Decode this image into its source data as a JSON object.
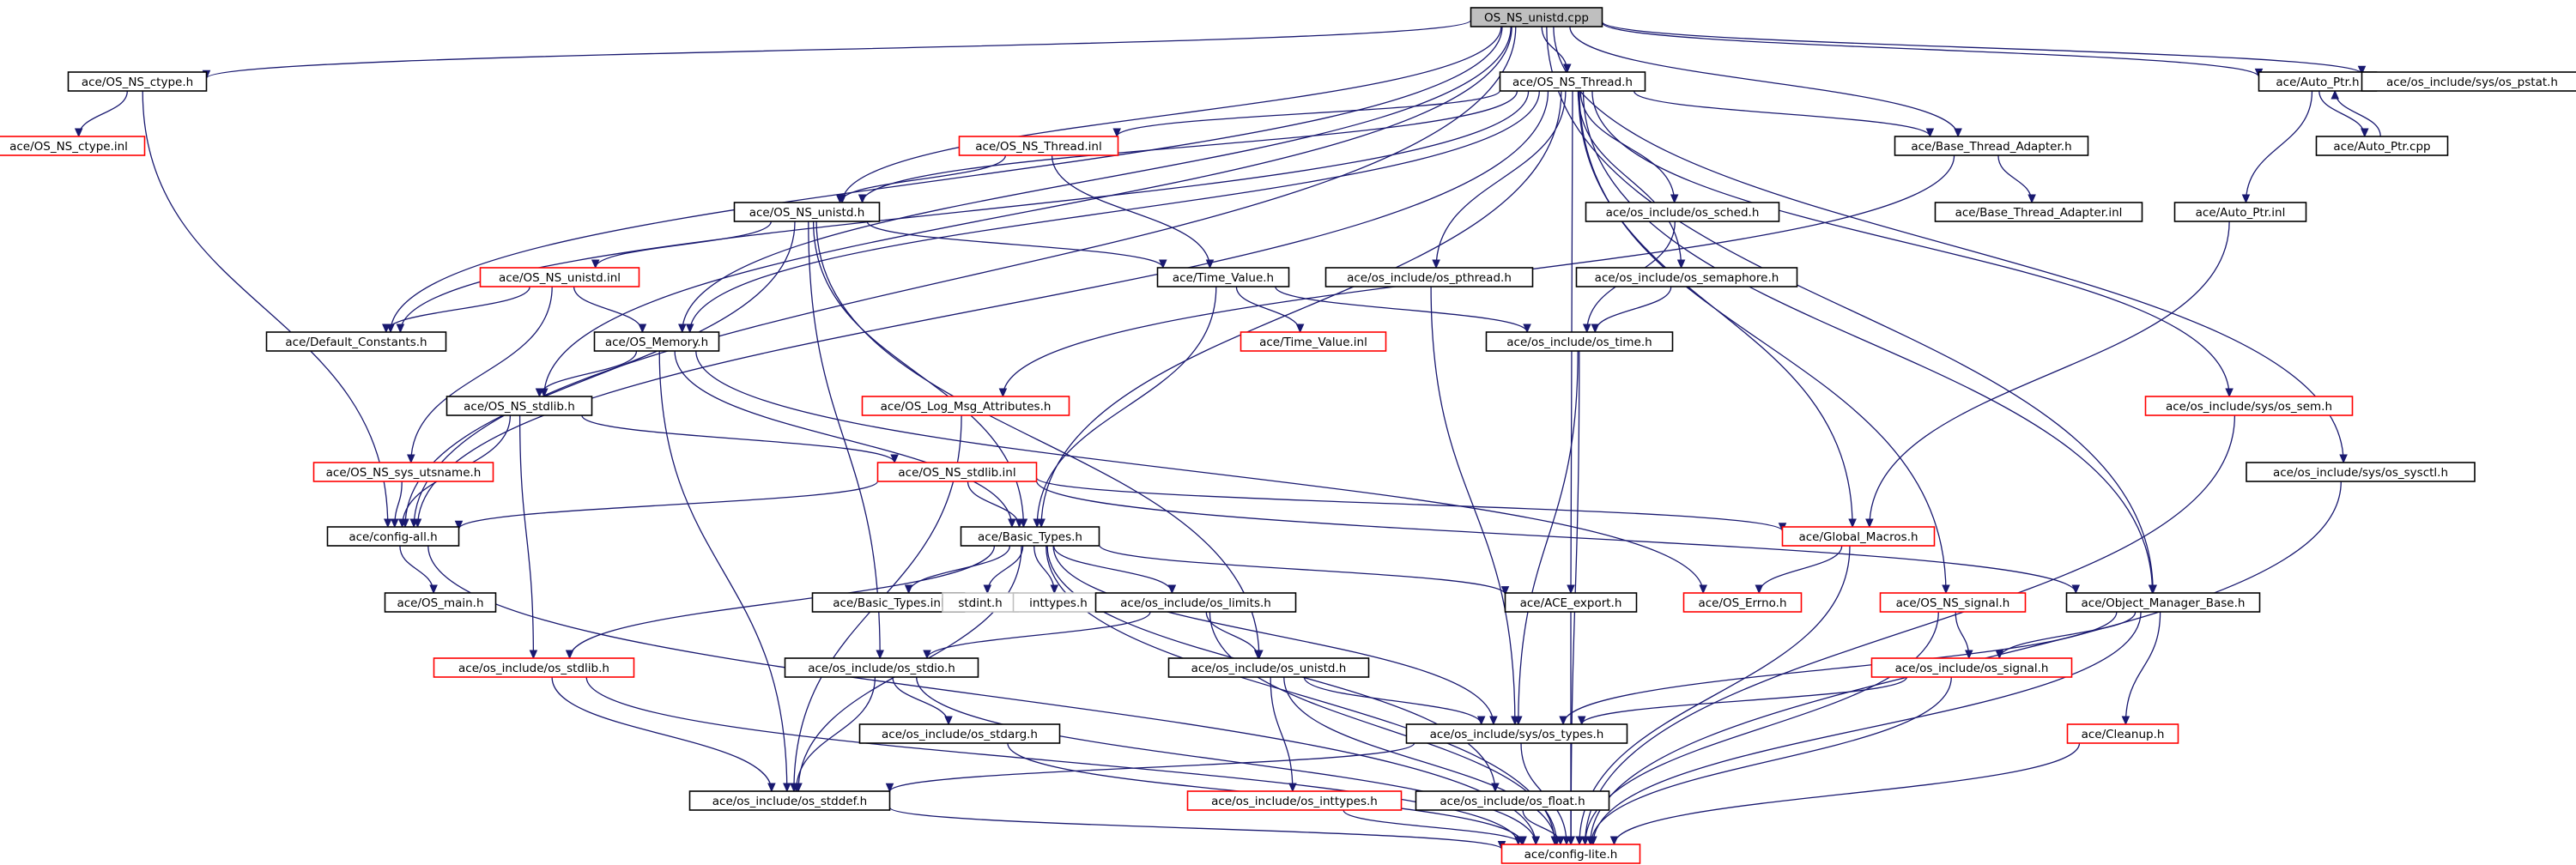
{
  "colors": {
    "edge": "#191970",
    "border_normal": "#000000",
    "border_truncated": "#ff0000",
    "border_external": "#bfbfbf",
    "fill_root": "#bfbfbf",
    "fill_node": "#ffffff"
  },
  "nodes": [
    {
      "id": "root",
      "label": "OS_NS_unistd.cpp",
      "kind": "root"
    },
    {
      "id": "ctype_h",
      "label": "ace/OS_NS_ctype.h",
      "kind": "normal"
    },
    {
      "id": "ctype_inl",
      "label": "ace/OS_NS_ctype.inl",
      "kind": "truncated"
    },
    {
      "id": "thread_h",
      "label": "ace/OS_NS_Thread.h",
      "kind": "normal"
    },
    {
      "id": "autoptr_h",
      "label": "ace/Auto_Ptr.h",
      "kind": "normal"
    },
    {
      "id": "pstat_h",
      "label": "ace/os_include/sys/os_pstat.h",
      "kind": "normal"
    },
    {
      "id": "thread_inl",
      "label": "ace/OS_NS_Thread.inl",
      "kind": "truncated"
    },
    {
      "id": "bta_h",
      "label": "ace/Base_Thread_Adapter.h",
      "kind": "normal"
    },
    {
      "id": "autoptr_cpp",
      "label": "ace/Auto_Ptr.cpp",
      "kind": "normal"
    },
    {
      "id": "unistd_h",
      "label": "ace/OS_NS_unistd.h",
      "kind": "normal"
    },
    {
      "id": "os_sched_h",
      "label": "ace/os_include/os_sched.h",
      "kind": "normal"
    },
    {
      "id": "bta_inl",
      "label": "ace/Base_Thread_Adapter.inl",
      "kind": "normal"
    },
    {
      "id": "autoptr_inl",
      "label": "ace/Auto_Ptr.inl",
      "kind": "normal"
    },
    {
      "id": "unistd_inl",
      "label": "ace/OS_NS_unistd.inl",
      "kind": "truncated"
    },
    {
      "id": "timevalue_h",
      "label": "ace/Time_Value.h",
      "kind": "normal"
    },
    {
      "id": "pthread_h",
      "label": "ace/os_include/os_pthread.h",
      "kind": "normal"
    },
    {
      "id": "semaphore_h",
      "label": "ace/os_include/os_semaphore.h",
      "kind": "normal"
    },
    {
      "id": "defconst_h",
      "label": "ace/Default_Constants.h",
      "kind": "normal"
    },
    {
      "id": "osmemory_h",
      "label": "ace/OS_Memory.h",
      "kind": "normal"
    },
    {
      "id": "timevalue_inl",
      "label": "ace/Time_Value.inl",
      "kind": "truncated"
    },
    {
      "id": "os_time_h",
      "label": "ace/os_include/os_time.h",
      "kind": "normal"
    },
    {
      "id": "stdlib_h",
      "label": "ace/OS_NS_stdlib.h",
      "kind": "normal"
    },
    {
      "id": "logmsg_h",
      "label": "ace/OS_Log_Msg_Attributes.h",
      "kind": "truncated"
    },
    {
      "id": "sys_sem_h",
      "label": "ace/os_include/sys/os_sem.h",
      "kind": "truncated"
    },
    {
      "id": "utsname_h",
      "label": "ace/OS_NS_sys_utsname.h",
      "kind": "truncated"
    },
    {
      "id": "stdlib_inl",
      "label": "ace/OS_NS_stdlib.inl",
      "kind": "truncated"
    },
    {
      "id": "sysctl_h",
      "label": "ace/os_include/sys/os_sysctl.h",
      "kind": "normal"
    },
    {
      "id": "configall_h",
      "label": "ace/config-all.h",
      "kind": "normal"
    },
    {
      "id": "basictypes_h",
      "label": "ace/Basic_Types.h",
      "kind": "normal"
    },
    {
      "id": "globalmacros_h",
      "label": "ace/Global_Macros.h",
      "kind": "truncated"
    },
    {
      "id": "osmain_h",
      "label": "ace/OS_main.h",
      "kind": "normal"
    },
    {
      "id": "basictypes_inl",
      "label": "ace/Basic_Types.inl",
      "kind": "normal"
    },
    {
      "id": "stdint_h",
      "label": "stdint.h",
      "kind": "external"
    },
    {
      "id": "inttypes_h",
      "label": "inttypes.h",
      "kind": "external"
    },
    {
      "id": "os_limits_h",
      "label": "ace/os_include/os_limits.h",
      "kind": "normal"
    },
    {
      "id": "ace_export_h",
      "label": "ace/ACE_export.h",
      "kind": "normal"
    },
    {
      "id": "oserrno_h",
      "label": "ace/OS_Errno.h",
      "kind": "truncated"
    },
    {
      "id": "signal_h",
      "label": "ace/OS_NS_signal.h",
      "kind": "truncated"
    },
    {
      "id": "omb_h",
      "label": "ace/Object_Manager_Base.h",
      "kind": "normal"
    },
    {
      "id": "os_stdlib_h",
      "label": "ace/os_include/os_stdlib.h",
      "kind": "truncated"
    },
    {
      "id": "os_stdio_h",
      "label": "ace/os_include/os_stdio.h",
      "kind": "normal"
    },
    {
      "id": "os_unistd_h",
      "label": "ace/os_include/os_unistd.h",
      "kind": "normal"
    },
    {
      "id": "os_signal_h",
      "label": "ace/os_include/os_signal.h",
      "kind": "truncated"
    },
    {
      "id": "os_stdarg_h",
      "label": "ace/os_include/os_stdarg.h",
      "kind": "normal"
    },
    {
      "id": "sys_types_h",
      "label": "ace/os_include/sys/os_types.h",
      "kind": "normal"
    },
    {
      "id": "cleanup_h",
      "label": "ace/Cleanup.h",
      "kind": "truncated"
    },
    {
      "id": "os_stddef_h",
      "label": "ace/os_include/os_stddef.h",
      "kind": "normal"
    },
    {
      "id": "os_inttypes_h",
      "label": "ace/os_include/os_inttypes.h",
      "kind": "truncated"
    },
    {
      "id": "os_float_h",
      "label": "ace/os_include/os_float.h",
      "kind": "normal"
    },
    {
      "id": "configlite_h",
      "label": "ace/config-lite.h",
      "kind": "truncated"
    }
  ],
  "edges": [
    [
      "root",
      "ctype_h"
    ],
    [
      "root",
      "thread_h"
    ],
    [
      "root",
      "autoptr_h"
    ],
    [
      "root",
      "pstat_h"
    ],
    [
      "root",
      "unistd_h"
    ],
    [
      "root",
      "bta_h"
    ],
    [
      "root",
      "omb_h"
    ],
    [
      "root",
      "osmemory_h"
    ],
    [
      "root",
      "defconst_h"
    ],
    [
      "root",
      "stdlib_h"
    ],
    [
      "root",
      "configall_h"
    ],
    [
      "root",
      "sysctl_h"
    ],
    [
      "ctype_h",
      "ctype_inl"
    ],
    [
      "ctype_h",
      "configall_h"
    ],
    [
      "thread_h",
      "thread_inl"
    ],
    [
      "thread_h",
      "bta_h"
    ],
    [
      "thread_h",
      "unistd_h"
    ],
    [
      "thread_h",
      "os_sched_h"
    ],
    [
      "thread_h",
      "pthread_h"
    ],
    [
      "thread_h",
      "semaphore_h"
    ],
    [
      "thread_h",
      "sys_sem_h"
    ],
    [
      "thread_h",
      "signal_h"
    ],
    [
      "thread_h",
      "globalmacros_h"
    ],
    [
      "thread_h",
      "omb_h"
    ],
    [
      "thread_h",
      "ace_export_h"
    ],
    [
      "thread_h",
      "basictypes_h"
    ],
    [
      "thread_h",
      "osmemory_h"
    ],
    [
      "thread_h",
      "defconst_h"
    ],
    [
      "thread_h",
      "configall_h"
    ],
    [
      "autoptr_h",
      "autoptr_cpp"
    ],
    [
      "autoptr_h",
      "autoptr_inl"
    ],
    [
      "autoptr_cpp",
      "autoptr_h"
    ],
    [
      "autoptr_inl",
      "globalmacros_h"
    ],
    [
      "thread_inl",
      "unistd_h"
    ],
    [
      "thread_inl",
      "timevalue_h"
    ],
    [
      "bta_h",
      "bta_inl"
    ],
    [
      "bta_h",
      "logmsg_h"
    ],
    [
      "unistd_h",
      "unistd_inl"
    ],
    [
      "unistd_h",
      "timevalue_h"
    ],
    [
      "unistd_h",
      "basictypes_h"
    ],
    [
      "unistd_h",
      "os_unistd_h"
    ],
    [
      "unistd_h",
      "os_stdio_h"
    ],
    [
      "unistd_h",
      "configall_h"
    ],
    [
      "os_sched_h",
      "os_time_h"
    ],
    [
      "unistd_inl",
      "defconst_h"
    ],
    [
      "unistd_inl",
      "osmemory_h"
    ],
    [
      "unistd_inl",
      "utsname_h"
    ],
    [
      "timevalue_h",
      "timevalue_inl"
    ],
    [
      "timevalue_h",
      "os_time_h"
    ],
    [
      "timevalue_h",
      "basictypes_h"
    ],
    [
      "pthread_h",
      "sys_types_h"
    ],
    [
      "semaphore_h",
      "os_time_h"
    ],
    [
      "osmemory_h",
      "stdlib_h"
    ],
    [
      "osmemory_h",
      "basictypes_h"
    ],
    [
      "osmemory_h",
      "oserrno_h"
    ],
    [
      "osmemory_h",
      "os_stddef_h"
    ],
    [
      "os_time_h",
      "sys_types_h"
    ],
    [
      "os_time_h",
      "configlite_h"
    ],
    [
      "stdlib_h",
      "stdlib_inl"
    ],
    [
      "stdlib_h",
      "configall_h"
    ],
    [
      "stdlib_h",
      "os_stdlib_h"
    ],
    [
      "logmsg_h",
      "os_stddef_h"
    ],
    [
      "sys_sem_h",
      "configlite_h"
    ],
    [
      "utsname_h",
      "configall_h"
    ],
    [
      "stdlib_inl",
      "configall_h"
    ],
    [
      "stdlib_inl",
      "basictypes_h"
    ],
    [
      "stdlib_inl",
      "globalmacros_h"
    ],
    [
      "stdlib_inl",
      "omb_h"
    ],
    [
      "sysctl_h",
      "configlite_h"
    ],
    [
      "configall_h",
      "osmain_h"
    ],
    [
      "configall_h",
      "configlite_h"
    ],
    [
      "basictypes_h",
      "basictypes_inl"
    ],
    [
      "basictypes_h",
      "stdint_h"
    ],
    [
      "basictypes_h",
      "inttypes_h"
    ],
    [
      "basictypes_h",
      "os_limits_h"
    ],
    [
      "basictypes_h",
      "ace_export_h"
    ],
    [
      "basictypes_h",
      "os_stdlib_h"
    ],
    [
      "basictypes_h",
      "os_stddef_h"
    ],
    [
      "basictypes_h",
      "sys_types_h"
    ],
    [
      "basictypes_h",
      "os_float_h"
    ],
    [
      "basictypes_h",
      "configlite_h"
    ],
    [
      "globalmacros_h",
      "oserrno_h"
    ],
    [
      "globalmacros_h",
      "configlite_h"
    ],
    [
      "os_limits_h",
      "os_stdio_h"
    ],
    [
      "os_limits_h",
      "os_unistd_h"
    ],
    [
      "os_limits_h",
      "configlite_h"
    ],
    [
      "ace_export_h",
      "configlite_h"
    ],
    [
      "signal_h",
      "os_signal_h"
    ],
    [
      "signal_h",
      "configlite_h"
    ],
    [
      "omb_h",
      "os_signal_h"
    ],
    [
      "omb_h",
      "sys_types_h"
    ],
    [
      "omb_h",
      "cleanup_h"
    ],
    [
      "omb_h",
      "configlite_h"
    ],
    [
      "os_stdlib_h",
      "os_stddef_h"
    ],
    [
      "os_stdlib_h",
      "configlite_h"
    ],
    [
      "os_stdio_h",
      "os_stdarg_h"
    ],
    [
      "os_stdio_h",
      "os_stddef_h"
    ],
    [
      "os_stdio_h",
      "configlite_h"
    ],
    [
      "os_unistd_h",
      "sys_types_h"
    ],
    [
      "os_unistd_h",
      "os_inttypes_h"
    ],
    [
      "os_unistd_h",
      "configlite_h"
    ],
    [
      "os_signal_h",
      "sys_types_h"
    ],
    [
      "os_signal_h",
      "configlite_h"
    ],
    [
      "os_stdarg_h",
      "configlite_h"
    ],
    [
      "sys_types_h",
      "os_stddef_h"
    ],
    [
      "sys_types_h",
      "configlite_h"
    ],
    [
      "cleanup_h",
      "configlite_h"
    ],
    [
      "os_stddef_h",
      "configlite_h"
    ],
    [
      "os_inttypes_h",
      "configlite_h"
    ],
    [
      "os_float_h",
      "configlite_h"
    ]
  ]
}
